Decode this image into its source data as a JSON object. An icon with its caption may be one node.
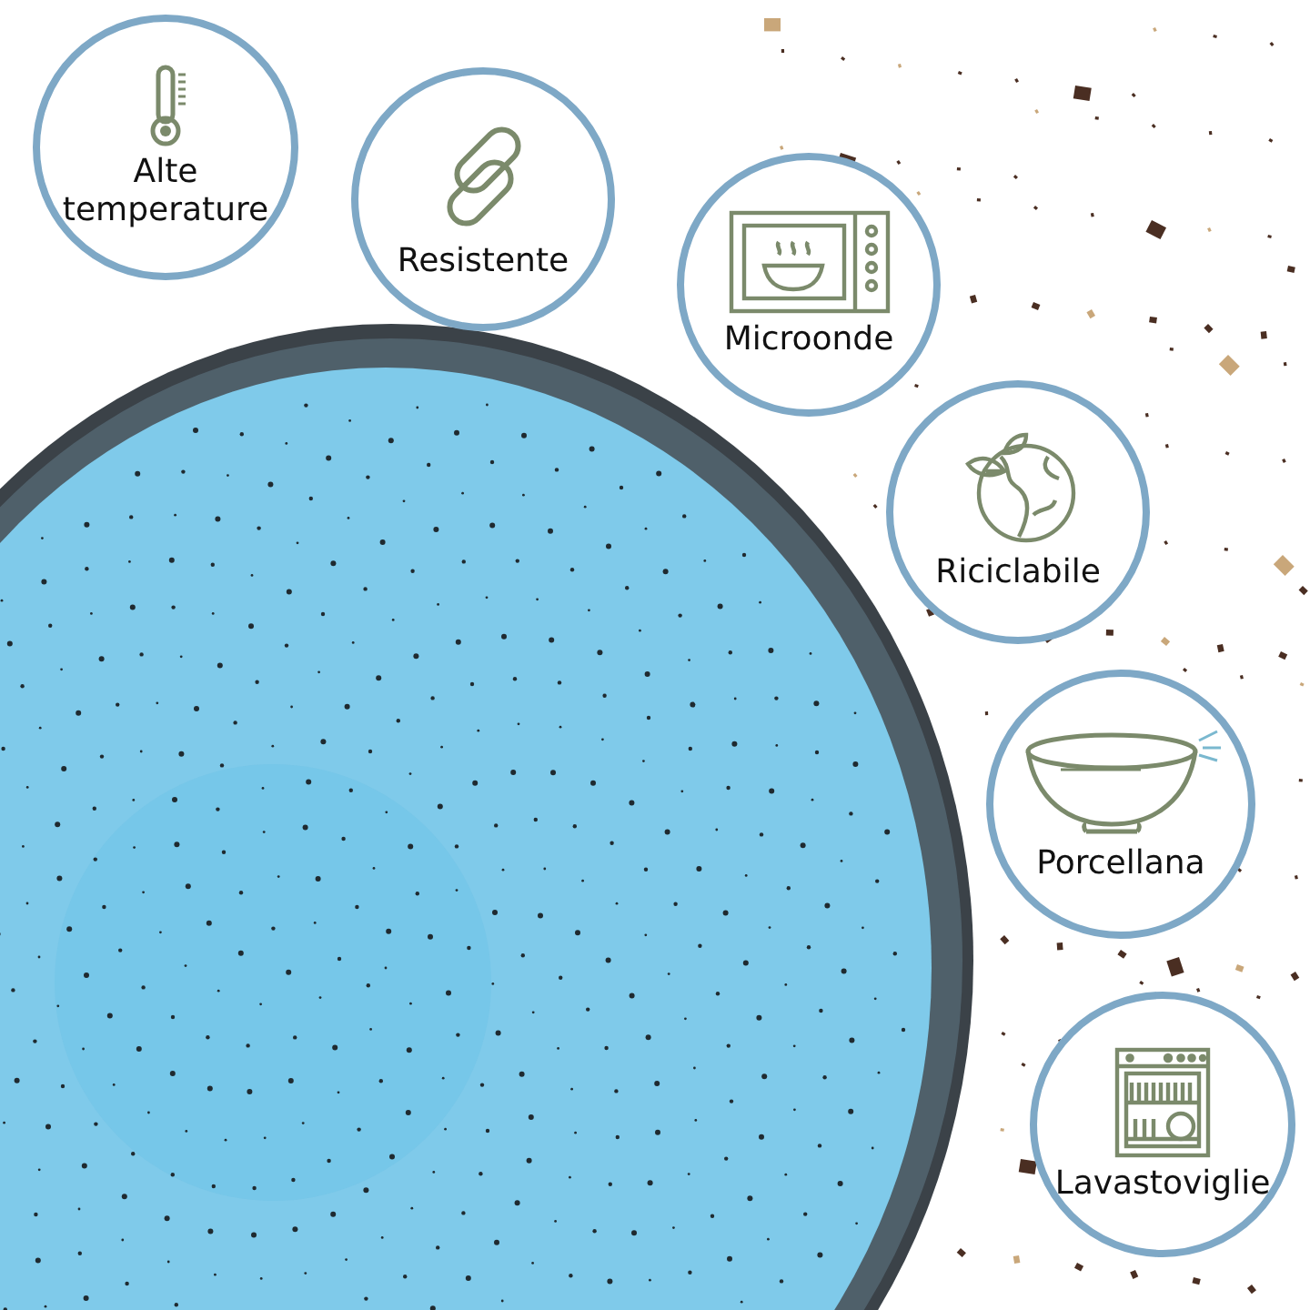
{
  "diagram": {
    "nodes": [
      {
        "text": [
          "Alte temperature"
        ]
      },
      {
        "text": [
          "Resistente"
        ]
      },
      {
        "text": [
          "Microonde"
        ]
      },
      {
        "text": [
          "Riciclabile"
        ]
      },
      {
        "text": [
          "Porcellana"
        ]
      },
      {
        "text": [
          "Lavastoviglie"
        ]
      }
    ]
  }
}
